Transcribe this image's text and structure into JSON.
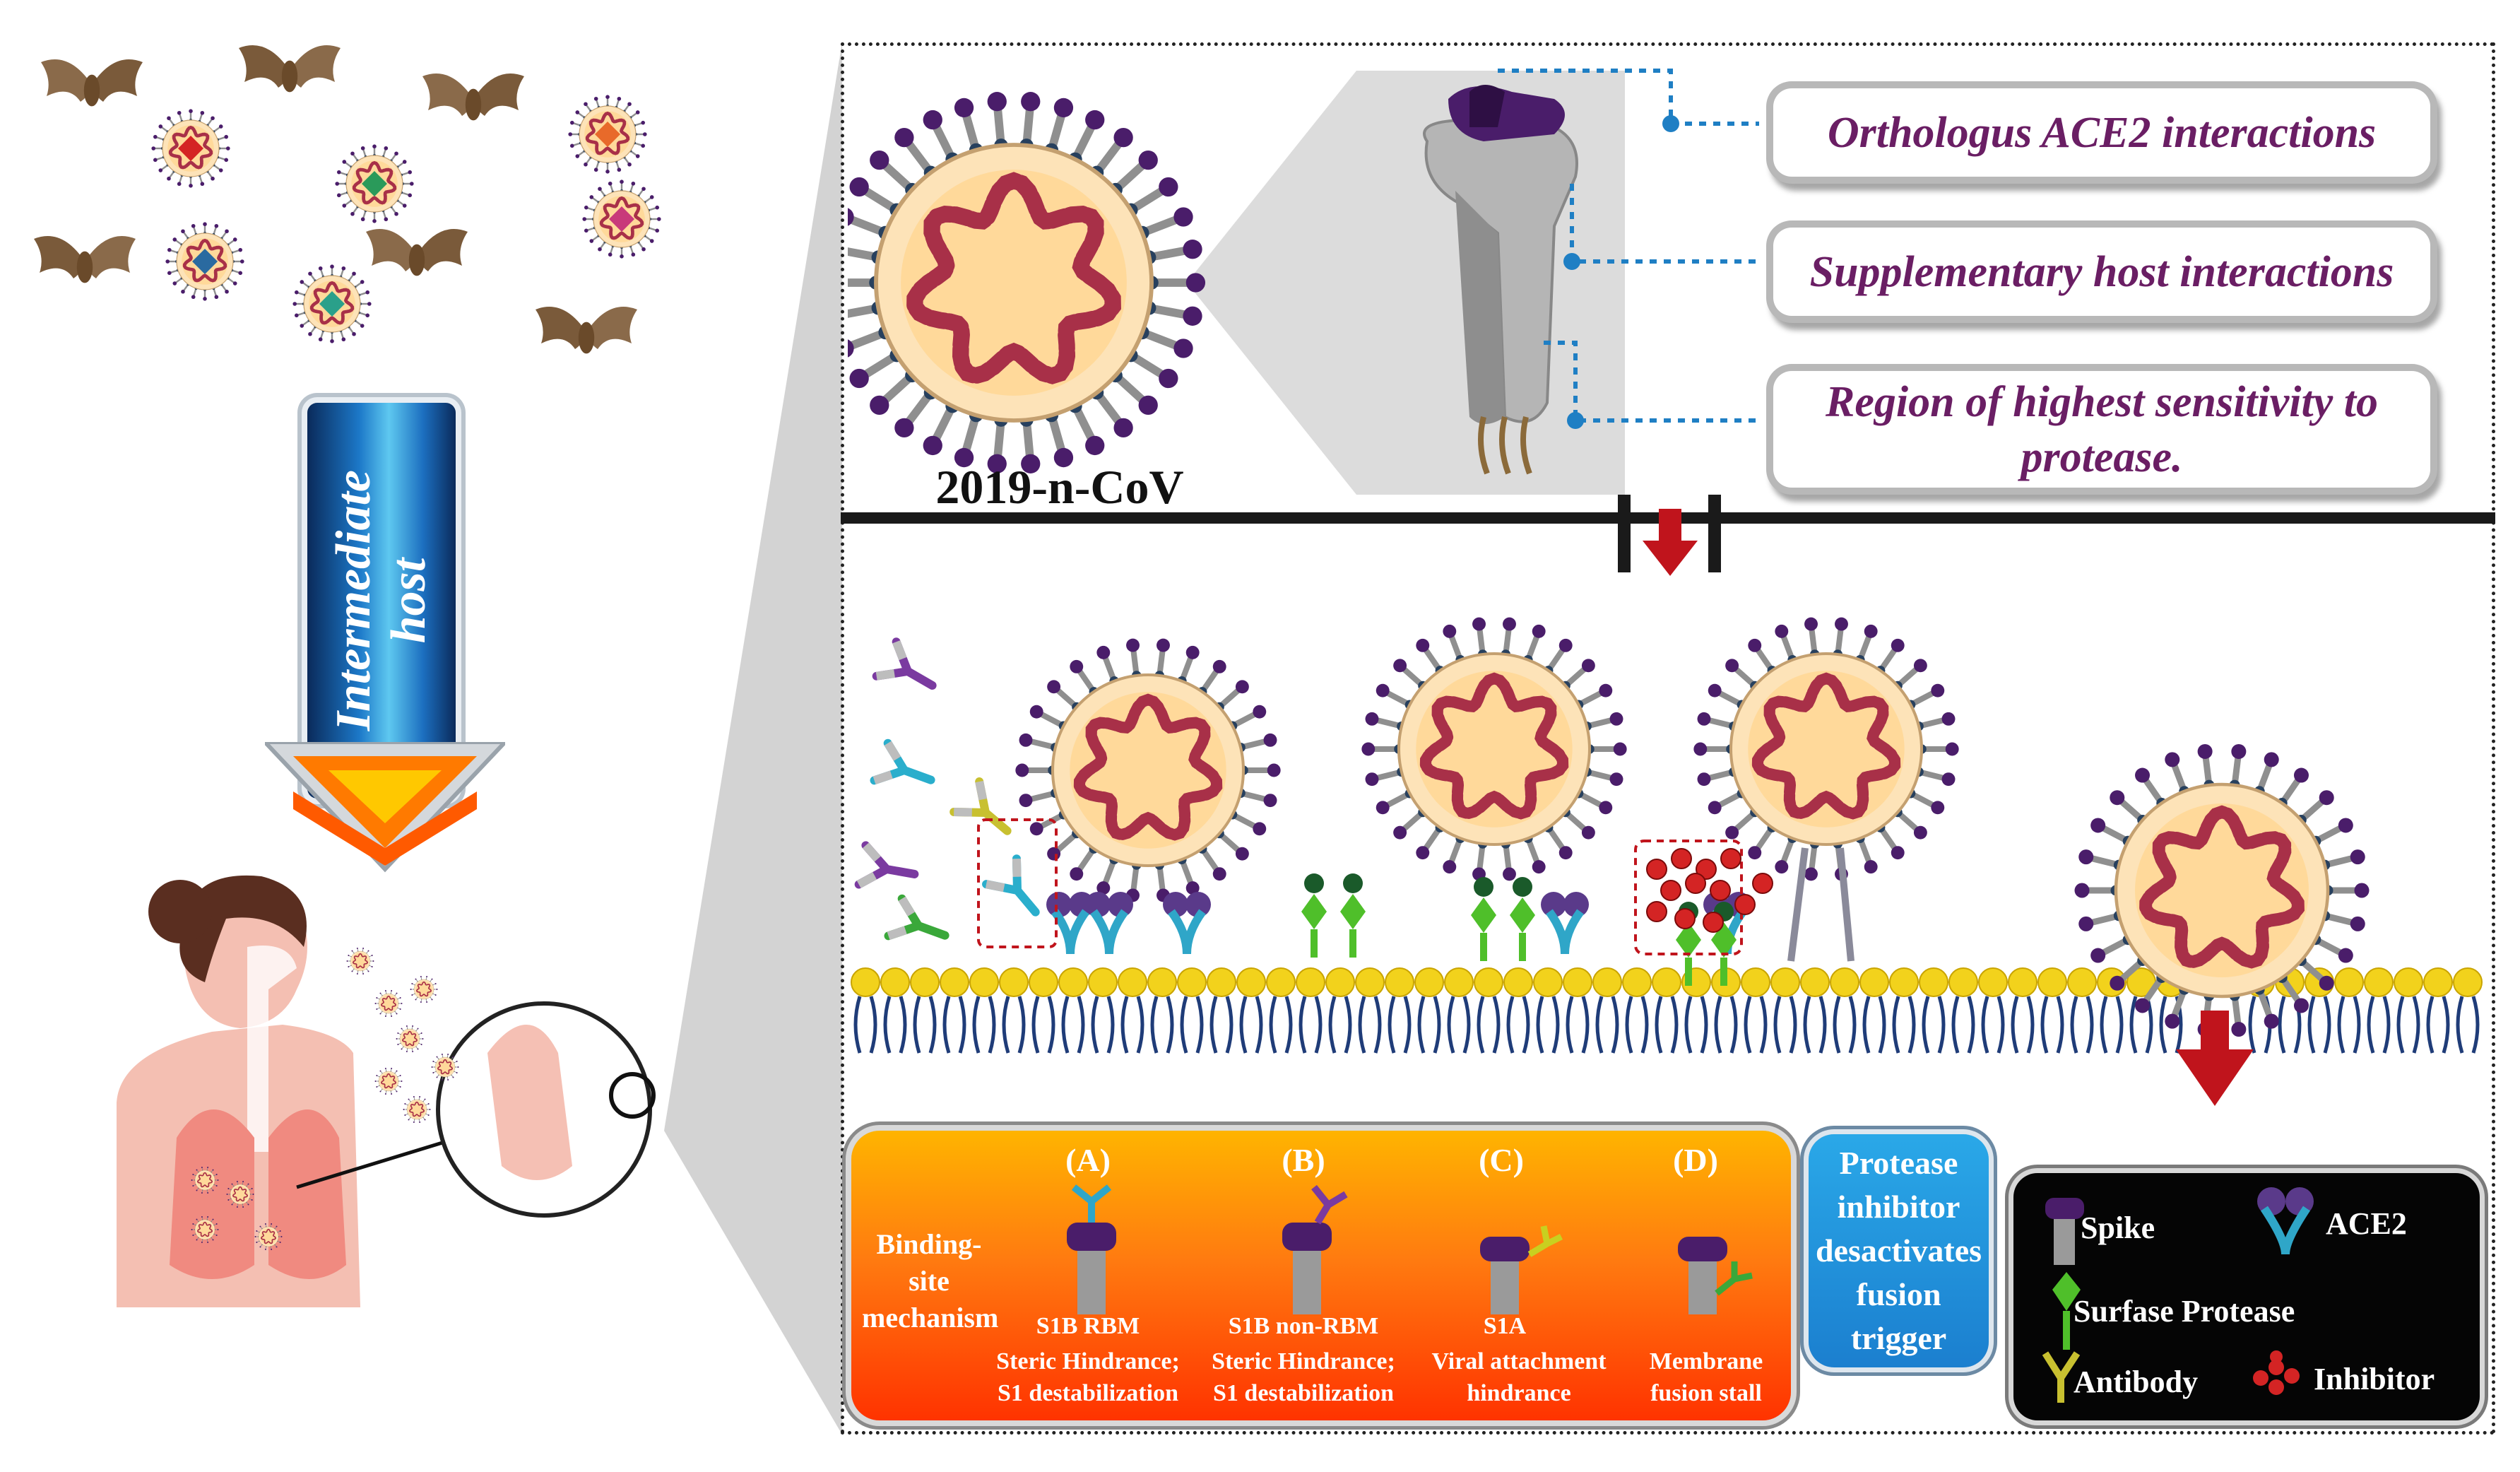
{
  "left": {
    "arrow_label_line1": "Intermediate",
    "arrow_label_line2": "host"
  },
  "top_panel": {
    "virus_name": "2019-n-CoV",
    "boxes": [
      "Orthologus ACE2 interactions",
      "Supplementary host interactions",
      "Region of highest sensitivity to protease."
    ]
  },
  "mechanism": {
    "title_line1": "Binding-site",
    "title_line2": "mechanism",
    "columns": [
      {
        "letter": "(A)",
        "site": "S1B RBM",
        "desc1": "Steric Hindrance;",
        "desc2": "S1 destabilization"
      },
      {
        "letter": "(B)",
        "site": "S1B non-RBM",
        "desc1": "Steric Hindrance;",
        "desc2": "S1 destabilization"
      },
      {
        "letter": "(C)",
        "site": "S1A",
        "desc1": "Viral attachment",
        "desc2": "hindrance"
      },
      {
        "letter": "(D)",
        "site": "",
        "desc1": "Membrane",
        "desc2": "fusion stall"
      }
    ]
  },
  "protease_box": {
    "lines": [
      "Protease",
      "inhibitor",
      "desactivates",
      "fusion",
      "trigger"
    ]
  },
  "legend": {
    "spike": "Spike",
    "ace2": "ACE2",
    "protease": "Surfase Protease",
    "antibody": "Antibody",
    "inhibitor": "Inhibitor"
  },
  "colors": {
    "spike_gray": "#8f8f8f",
    "spike_cap": "#4a1d6a",
    "capsid": "#a83048",
    "ace2": "#2fa6c8",
    "protease": "#4fbf2a",
    "inhibitor": "#d42424",
    "membrane_head": "#f2d21c",
    "membrane_tail": "#1f3c78",
    "arrow_red": "#c0141c",
    "dotted_blue": "#1f7fc4"
  }
}
